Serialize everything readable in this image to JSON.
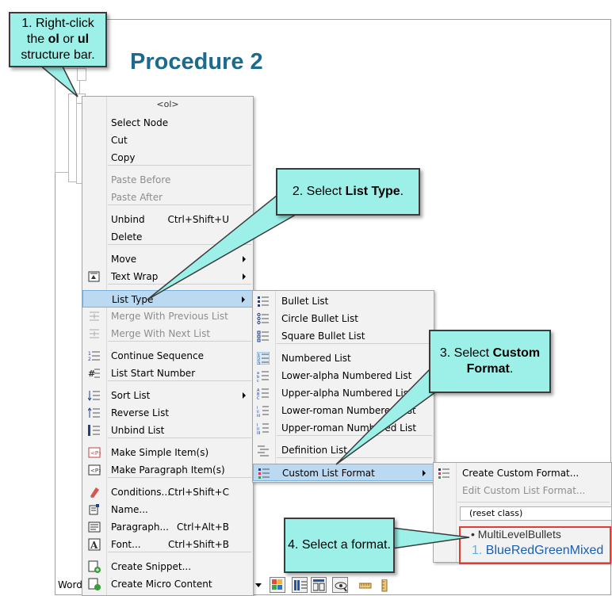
{
  "document": {
    "heading": "Procedure 2",
    "status_words_label": "Words"
  },
  "context_menu": {
    "header": "<ol>",
    "items": [
      {
        "label": "Select Node",
        "shortcut": "",
        "disabled": false,
        "submenu": false,
        "icon": ""
      },
      {
        "label": "Cut",
        "shortcut": "",
        "disabled": false,
        "submenu": false,
        "icon": ""
      },
      {
        "label": "Copy",
        "shortcut": "",
        "disabled": false,
        "submenu": false,
        "icon": ""
      },
      {
        "label": "Paste Before",
        "shortcut": "",
        "disabled": true,
        "submenu": false,
        "icon": ""
      },
      {
        "label": "Paste After",
        "shortcut": "",
        "disabled": true,
        "submenu": false,
        "icon": ""
      },
      {
        "label": "Unbind",
        "shortcut": "Ctrl+Shift+U",
        "disabled": false,
        "submenu": false,
        "icon": ""
      },
      {
        "label": "Delete",
        "shortcut": "",
        "disabled": false,
        "submenu": false,
        "icon": ""
      },
      {
        "label": "Move",
        "shortcut": "",
        "disabled": false,
        "submenu": true,
        "icon": ""
      },
      {
        "label": "Text Wrap",
        "shortcut": "",
        "disabled": false,
        "submenu": true,
        "icon": "text-wrap-icon"
      },
      {
        "label": "List Type",
        "shortcut": "",
        "disabled": false,
        "submenu": true,
        "icon": "",
        "highlighted": true
      },
      {
        "label": "Merge With Previous List",
        "shortcut": "",
        "disabled": true,
        "submenu": false,
        "icon": "merge-previous-icon"
      },
      {
        "label": "Merge With Next List",
        "shortcut": "",
        "disabled": true,
        "submenu": false,
        "icon": "merge-next-icon"
      },
      {
        "label": "Continue Sequence",
        "shortcut": "",
        "disabled": false,
        "submenu": false,
        "icon": "continue-sequence-icon"
      },
      {
        "label": "List Start Number",
        "shortcut": "",
        "disabled": false,
        "submenu": false,
        "icon": "list-start-number-icon"
      },
      {
        "label": "Sort List",
        "shortcut": "",
        "disabled": false,
        "submenu": true,
        "icon": "sort-list-icon"
      },
      {
        "label": "Reverse List",
        "shortcut": "",
        "disabled": false,
        "submenu": false,
        "icon": "reverse-list-icon"
      },
      {
        "label": "Unbind List",
        "shortcut": "",
        "disabled": false,
        "submenu": false,
        "icon": "unbind-list-icon"
      },
      {
        "label": "Make Simple Item(s)",
        "shortcut": "",
        "disabled": false,
        "submenu": false,
        "icon": "make-simple-item-icon"
      },
      {
        "label": "Make Paragraph Item(s)",
        "shortcut": "",
        "disabled": false,
        "submenu": false,
        "icon": "make-paragraph-item-icon"
      },
      {
        "label": "Conditions...",
        "shortcut": "Ctrl+Shift+C",
        "disabled": false,
        "submenu": false,
        "icon": "conditions-icon"
      },
      {
        "label": "Name...",
        "shortcut": "",
        "disabled": false,
        "submenu": false,
        "icon": "name-icon"
      },
      {
        "label": "Paragraph...",
        "shortcut": "Ctrl+Alt+B",
        "disabled": false,
        "submenu": false,
        "icon": "paragraph-icon"
      },
      {
        "label": "Font...",
        "shortcut": "Ctrl+Shift+B",
        "disabled": false,
        "submenu": false,
        "icon": "font-icon"
      },
      {
        "label": "Create Snippet...",
        "shortcut": "",
        "disabled": false,
        "submenu": false,
        "icon": "create-snippet-icon"
      },
      {
        "label": "Create Micro Content",
        "shortcut": "",
        "disabled": false,
        "submenu": false,
        "icon": "create-micro-content-icon"
      }
    ]
  },
  "list_type_menu": {
    "items": [
      {
        "label": "Bullet List",
        "icon": "bullet-list-icon"
      },
      {
        "label": "Circle Bullet List",
        "icon": "circle-bullet-list-icon"
      },
      {
        "label": "Square Bullet List",
        "icon": "square-bullet-list-icon"
      },
      {
        "label": "Numbered List",
        "icon": "numbered-list-icon"
      },
      {
        "label": "Lower-alpha Numbered List",
        "icon": "lower-alpha-list-icon"
      },
      {
        "label": "Upper-alpha Numbered List",
        "icon": "upper-alpha-list-icon"
      },
      {
        "label": "Lower-roman Numbered List",
        "icon": "lower-roman-list-icon"
      },
      {
        "label": "Upper-roman Numbered List",
        "icon": "upper-roman-list-icon"
      },
      {
        "label": "Definition List",
        "icon": "definition-list-icon"
      },
      {
        "label": "Custom List Format",
        "icon": "custom-list-format-icon",
        "highlighted": true,
        "submenu": true
      }
    ]
  },
  "custom_format_menu": {
    "items": [
      {
        "label": "Create Custom Format...",
        "disabled": false,
        "icon": "create-custom-format-icon"
      },
      {
        "label": "Edit Custom List Format...",
        "disabled": true,
        "icon": ""
      }
    ],
    "reset_class": "(reset class)",
    "formats": [
      {
        "label": "MultiLevelBullets",
        "marker": "•"
      },
      {
        "label": "BlueRedGreenMixed",
        "marker": "1."
      }
    ]
  },
  "callouts": {
    "step1": {
      "pre": "1. Right-click the ",
      "b1": "ol",
      "mid": " or ",
      "b2": "ul",
      "post": " structure bar."
    },
    "step2": {
      "pre": "2. Select ",
      "b": "List Type",
      "post": "."
    },
    "step3": {
      "pre": "3. Select ",
      "b": "Custom Format",
      "post": "."
    },
    "step4": {
      "text": "4. Select a format."
    }
  },
  "colors": {
    "heading": "#1c6b8f",
    "callout_fill": "#9cf0e8",
    "highlight": "#bcd9f2",
    "red_box": "#e03c31",
    "blue_format": "#1a7fd0"
  }
}
